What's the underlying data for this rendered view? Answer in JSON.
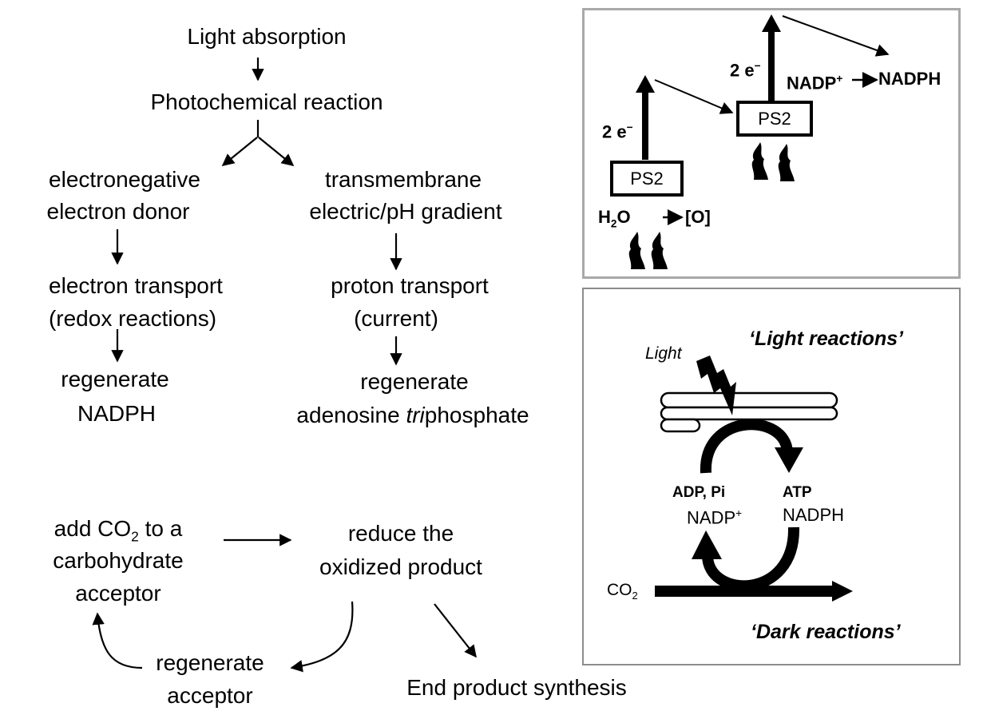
{
  "flow": {
    "light_absorption": "Light absorption",
    "photochemical_reaction": "Photochemical reaction",
    "left_branch": {
      "line1": "electronegative",
      "line2": "electron donor",
      "transport_line1": "electron transport",
      "transport_line2": "(redox reactions)",
      "regen_line1": "regenerate",
      "regen_line2": "NADPH"
    },
    "right_branch": {
      "line1": "transmembrane",
      "line2": "electric/pH gradient",
      "transport_line1": "proton transport",
      "transport_line2": "(current)",
      "regen_line1": "regenerate",
      "regen_line2_pre": "adenosine ",
      "regen_line2_italic": "tri",
      "regen_line2_post": "phosphate"
    }
  },
  "cycle": {
    "add_co2_pre": "add CO",
    "add_co2_sub": "2",
    "add_co2_post": " to a",
    "line2": "carbohydrate",
    "line3": "acceptor",
    "reduce_line1": "reduce the",
    "reduce_line2": "oxidized product",
    "regen_line1": "regenerate",
    "regen_line2": "acceptor",
    "end_product": "End product synthesis"
  },
  "zscheme": {
    "e_left": "2 e",
    "e_left_sup": "−",
    "e_right": "2 e",
    "e_right_sup": "−",
    "ps_left": "PS2",
    "ps_right": "PS2",
    "water_pre": "H",
    "water_sub": "2",
    "water_post": "O",
    "oxygen": "[O]",
    "nadp": "NADP",
    "nadp_sup": "+",
    "nadph": "NADPH"
  },
  "reactions": {
    "light_reactions": "‘Light reactions’",
    "light": "Light",
    "adp_pi": "ADP, Pi",
    "nadp": "NADP",
    "nadp_sup": "+",
    "atp": "ATP",
    "nadph": "NADPH",
    "co2": "CO",
    "co2_sub": "2",
    "dark_reactions": "‘Dark reactions’"
  }
}
